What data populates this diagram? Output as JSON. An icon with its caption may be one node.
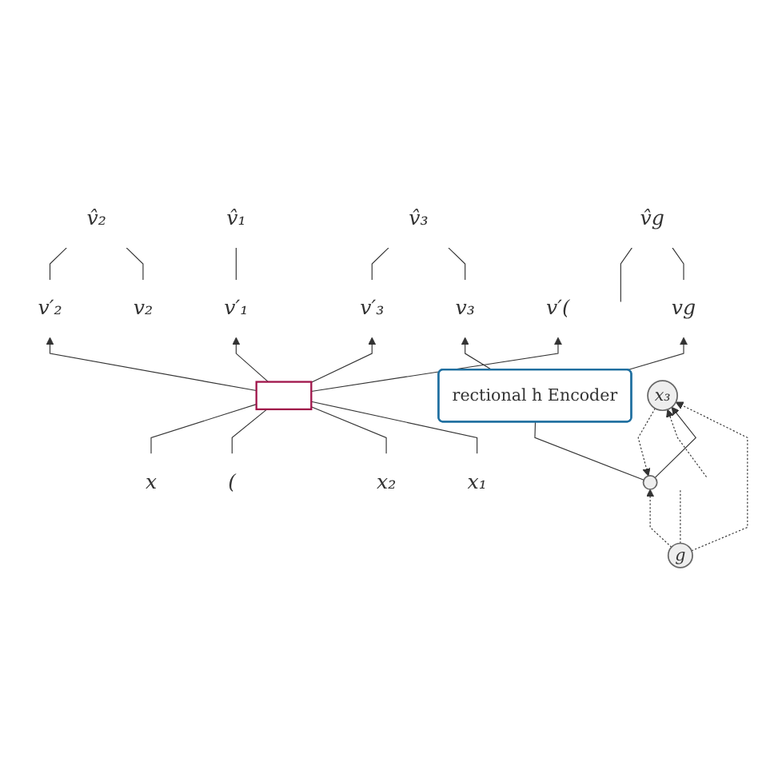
{
  "diagram": {
    "nodes": [
      {
        "text": [
          "v̂₁"
        ]
      },
      {
        "text": [
          "v̂₂"
        ]
      },
      {
        "text": [
          "v̂₃"
        ]
      },
      {
        "text": [
          "v̂g"
        ]
      },
      {
        "text": [
          "v₂"
        ]
      },
      {
        "text": [
          "v₃"
        ]
      },
      {
        "text": [
          "vg"
        ]
      },
      {
        "text": [
          "v′₁"
        ]
      },
      {
        "text": [
          "v′₂"
        ]
      },
      {
        "text": [
          "v′("
        ]
      },
      {
        "text": [
          "v′₃"
        ]
      },
      {
        "text": [
          "rectional h Encoder"
        ]
      },
      {
        "text": [],
        "shape": "box"
      },
      {
        "text": [],
        "shape": "circle"
      },
      {
        "text": [
          "g"
        ]
      },
      {
        "text": [
          "x₃"
        ]
      },
      {
        "text": [
          "x₁"
        ]
      },
      {
        "text": [
          "x₂"
        ]
      },
      {
        "text": [
          "("
        ]
      },
      {
        "text": [
          "x"
        ]
      }
    ],
    "edges": [
      {
        "from": 7,
        "to": 0,
        "arrow": "none"
      },
      {
        "from": 4,
        "to": 1,
        "arrow": "none"
      },
      {
        "from": 8,
        "to": 1,
        "arrow": "none"
      },
      {
        "from": 5,
        "to": 2,
        "arrow": "none"
      },
      {
        "from": 10,
        "to": 2,
        "arrow": "none"
      },
      {
        "from": 6,
        "to": 3,
        "arrow": "none"
      },
      {
        "from": null,
        "to": 3,
        "arrow": "none"
      },
      {
        "from": 11,
        "to": 5,
        "arrow": "to"
      },
      {
        "from": 11,
        "to": 6,
        "arrow": "to"
      },
      {
        "from": 12,
        "to": 7,
        "arrow": "to"
      },
      {
        "from": 12,
        "to": 8,
        "arrow": "to"
      },
      {
        "from": 12,
        "to": 9,
        "arrow": "to"
      },
      {
        "from": 12,
        "to": 10,
        "arrow": "to"
      },
      {
        "from": 13,
        "to": 11,
        "arrow": "none"
      },
      {
        "from": 14,
        "to": 13,
        "arrow": "to",
        "style": "dashed"
      },
      {
        "from": 14,
        "to": 15,
        "arrow": "to",
        "style": "dashed"
      },
      {
        "from": 14,
        "to": null,
        "arrow": "none",
        "style": "dashed"
      },
      {
        "from": 13,
        "to": 15,
        "arrow": "to"
      },
      {
        "from": 15,
        "to": 13,
        "arrow": "to",
        "style": "dashed"
      },
      {
        "from": null,
        "to": 15,
        "arrow": "to",
        "style": "dashed"
      },
      {
        "from": 16,
        "to": 12,
        "arrow": "none"
      },
      {
        "from": 17,
        "to": 12,
        "arrow": "none"
      },
      {
        "from": 18,
        "to": 12,
        "arrow": "none"
      },
      {
        "from": 19,
        "to": 12,
        "arrow": "none"
      }
    ]
  }
}
